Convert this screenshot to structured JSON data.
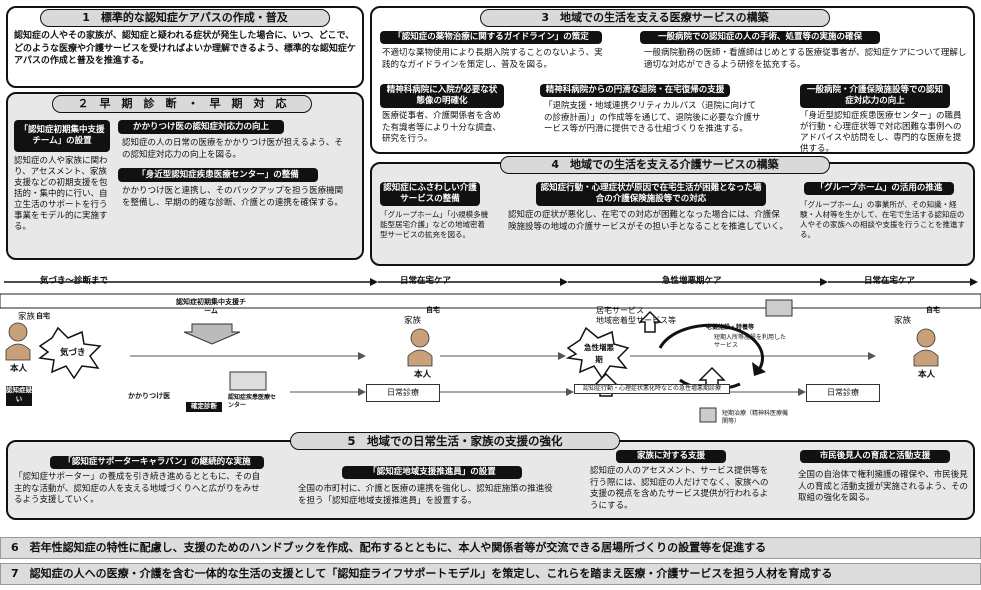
{
  "sec1": {
    "title": "1　標準的な認知症ケアパスの作成・普及",
    "body": "認知症の人やその家族が、認知症と疑われる症状が発生した場合に、いつ、どこで、どのような医療や介護サービスを受ければよいか理解できるよう、標準的な認知症ケアパスの作成と普及を推進する。"
  },
  "sec2": {
    "title": "２　早　期　診　断　・　早　期　対　応",
    "b1_title": "「認知症初期集中支援チーム」の設置",
    "b1_body": "認知症の人や家族に関わり、アセスメント、家族支援などの初期支援を包括的・集中的に行い、自立生活のサポートを行う事業をモデル的に実施する。",
    "b2_title": "かかりつけ医の認知症対応力の向上",
    "b2_body": "認知症の人の日常の医療をかかりつけ医が担えるよう、その認知症対応力の向上を図る。",
    "b3_title": "「身近型認知症疾患医療センター」の整備",
    "b3_body": "かかりつけ医と連携し、そのバックアップを担う医療機関を整備し、早期の的確な診断、介護との連携を確保する。"
  },
  "sec3": {
    "title": "3　地域での生活を支える医療サービスの構築",
    "b1_title": "「認知症の薬物治療に関するガイドライン」の策定",
    "b1_body": "不適切な薬物使用により長期入院することのないよう、実践的なガイドラインを策定し、普及を図る。",
    "b2_title": "一般病院での認知症の人の手術、処置等の実施の確保",
    "b2_body": "一般病院勤務の医師・看護師はじめとする医療従事者が、認知症ケアについて理解し適切な対応ができるよう研修を拡充する。",
    "b3_title": "精神科病院に入院が必要な状態像の明確化",
    "b3_body": "医療従事者、介護関係者を含めた有識者等により十分な調査、研究を行う。",
    "b4_title": "精神科病院からの円滑な退院・在宅復帰の支援",
    "b4_body": "「退院支援・地域連携クリティカルパス（退院に向けての診療計画）」の作成等を通じて、退院後に必要な介護サービス等が円滑に提供できる仕組づくりを推進する。",
    "b5_title": "一般病院・介護保険施設等での認知症対応力の向上",
    "b5_body": "「身近型認知症疾患医療センター」の職員が行動・心理症状等で対応困難な事例へのアドバイスや訪問をし、専門的な医療を提供する。"
  },
  "sec4": {
    "title": "4　地域での生活を支える介護サービスの構築",
    "b1_title": "認知症にふさわしい介護サービスの整備",
    "b1_body": "「グループホーム」「小規模多機能型居宅介護」などの地域密着型サービスの拡充を図る。",
    "b2_title": "認知症行動・心理症状が原因で在宅生活が困難となった場合の介護保険施設等での対応",
    "b2_body": "認知症の症状が悪化し、在宅での対応が困難となった場合には、介護保険施設等の地域の介護サービスがその担い手となることを推進していく。",
    "b3_title": "「グループホーム」の活用の推進",
    "b3_body": "「グループホーム」の事業所が、その知識・経験・人材等を生かして、在宅で生活する認知症の人やその家族への相談や支援を行うことを推進する。"
  },
  "timeline": {
    "phase1": "気づき～診断まで",
    "phase2": "日常在宅ケア",
    "phase3": "急性増悪期ケア",
    "phase4": "日常在宅ケア",
    "family": "家族",
    "home": "自宅",
    "person": "本人",
    "notice": "気づき",
    "suspect": "認知症疑い",
    "team": "認知症初期集中支援チーム",
    "gp": "かかりつけ医",
    "center": "認知症疾患医療センター",
    "diagnosis": "確定診断",
    "daily": "日常診療",
    "home_service": "居宅サービス\n地域密着型サービス等",
    "acute": "急性増悪期",
    "facility": "老健施設・特養等",
    "short": "短期入所等施設を利用したサービス",
    "bpsd": "認知症行動・心理症状悪化時などの急性増悪期診療",
    "shortstay": "短期治療（精神科医療機関等）"
  },
  "sec5": {
    "title": "5　地域での日常生活・家族の支援の強化",
    "b1_title": "「認知症サポーターキャラバン」の継続的な実施",
    "b1_body": "「認知症サポーター」の養成を引き続き進めるとともに、その自主的な活動が、認知症の人を支える地域づくりへと広がりをみせるよう支援していく。",
    "b2_title": "「認知症地域支援推進員」の設置",
    "b2_body": "全国の市町村に、介護と医療の連携を強化し、認知症施策の推進役を担う「認知症地域支援推進員」を設置する。",
    "b3_title": "家族に対する支援",
    "b3_body": "認知症の人のアセスメント、サービス提供等を行う際には、認知症の人だけでなく、家族への支援の視点を含めたサービス提供が行われるようにする。",
    "b4_title": "市民後見人の育成と活動支援",
    "b4_body": "全国の自治体で権利擁護の確保や、市民後見人の育成と活動支援が実施されるよう、その取組の強化を図る。"
  },
  "sec6": "6　若年性認知症の特性に配慮し、支援のためのハンドブックを作成、配布するとともに、本人や関係者等が交流できる居場所づくりの設置等を促進する",
  "sec7": "7　認知症の人への医療・介護を含む一体的な生活の支援として「認知症ライフサポートモデル」を策定し、これらを踏まえ医療・介護サービスを担う人材を育成する"
}
